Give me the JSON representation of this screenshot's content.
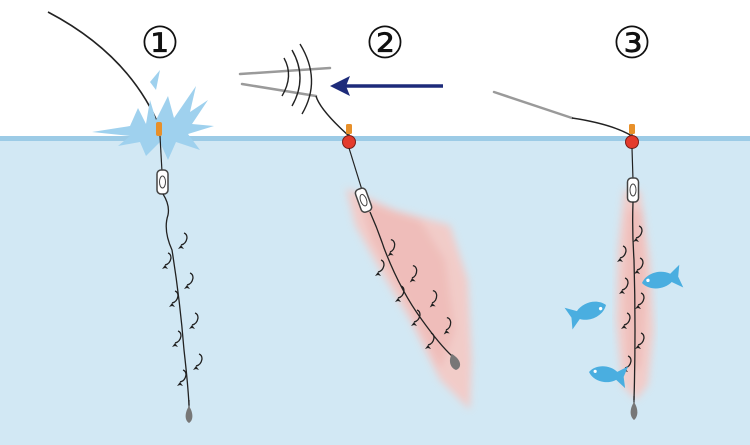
{
  "steps": [
    {
      "label": "①"
    },
    {
      "label": "②"
    },
    {
      "label": "③"
    }
  ],
  "colors": {
    "water": "#d2e8f4",
    "water_line": "#9ccbe6",
    "splash": "#9fd1ee",
    "line": "#222222",
    "rod_tip": "#9a9a9a",
    "float_red": "#e43b2c",
    "float_orange": "#e8902a",
    "chum": "#f5c9c4",
    "arrow": "#1d2b7a",
    "fish": "#4aaee0",
    "sinker": "#777777"
  },
  "icons": [
    "splash-icon",
    "float-icon",
    "swivel-icon",
    "sinker-icon",
    "fish-icon",
    "motion-arc-icon",
    "arrow-left-icon"
  ]
}
